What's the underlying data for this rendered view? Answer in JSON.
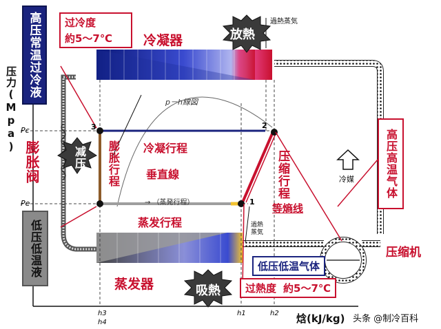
{
  "y_axis_label": "压力(Mpa)",
  "x_axis_label": "焓(kJ/kg)",
  "labels": {
    "high_pressure_subcooled_liquid": "高压常温过冷液",
    "subcooling": "过冷度",
    "subcooling_value": "約5～7℃",
    "condenser": "冷凝器",
    "heat_release": "放熱",
    "superheated_vapor_top": "過熱蒸気",
    "ph_chart": "p－h線図",
    "condensation_process": "冷凝行程",
    "expansion_valve": "膨胀阀",
    "pressure_reduction": "减压",
    "expansion_process": "膨胀行程",
    "vertical_line": "垂直線",
    "compression_process": "压缩行程",
    "high_pressure_hot_gas": "高压高温气体",
    "refrigerant": "冷媒",
    "isentropic_line": "等熵线",
    "evaporation_stroke_small": "→ （蒸発行程）",
    "evaporation_process": "蒸发行程",
    "superheated_vapor_bottom": "過熱蒸気",
    "low_pressure_low_temp_liquid": "低压低温液",
    "low_pressure_low_temp_gas": "低压低温气体",
    "compressor": "压缩机",
    "evaporator": "蒸发器",
    "heat_absorption": "吸熱",
    "superheat": "过熱度",
    "superheat_value": "約5～7℃",
    "point_1": "1",
    "point_2": "2",
    "point_3": "3",
    "p_c": "Pc",
    "p_e": "Pe",
    "h3": "h3",
    "h4": "h4",
    "h1": "h1",
    "h2": "h2",
    "watermark": "头条 @制冷百科"
  },
  "colors": {
    "red": "#c8102e",
    "navy": "#1a237e",
    "blue": "#1e2f9c",
    "gray": "#7a7a7a"
  }
}
